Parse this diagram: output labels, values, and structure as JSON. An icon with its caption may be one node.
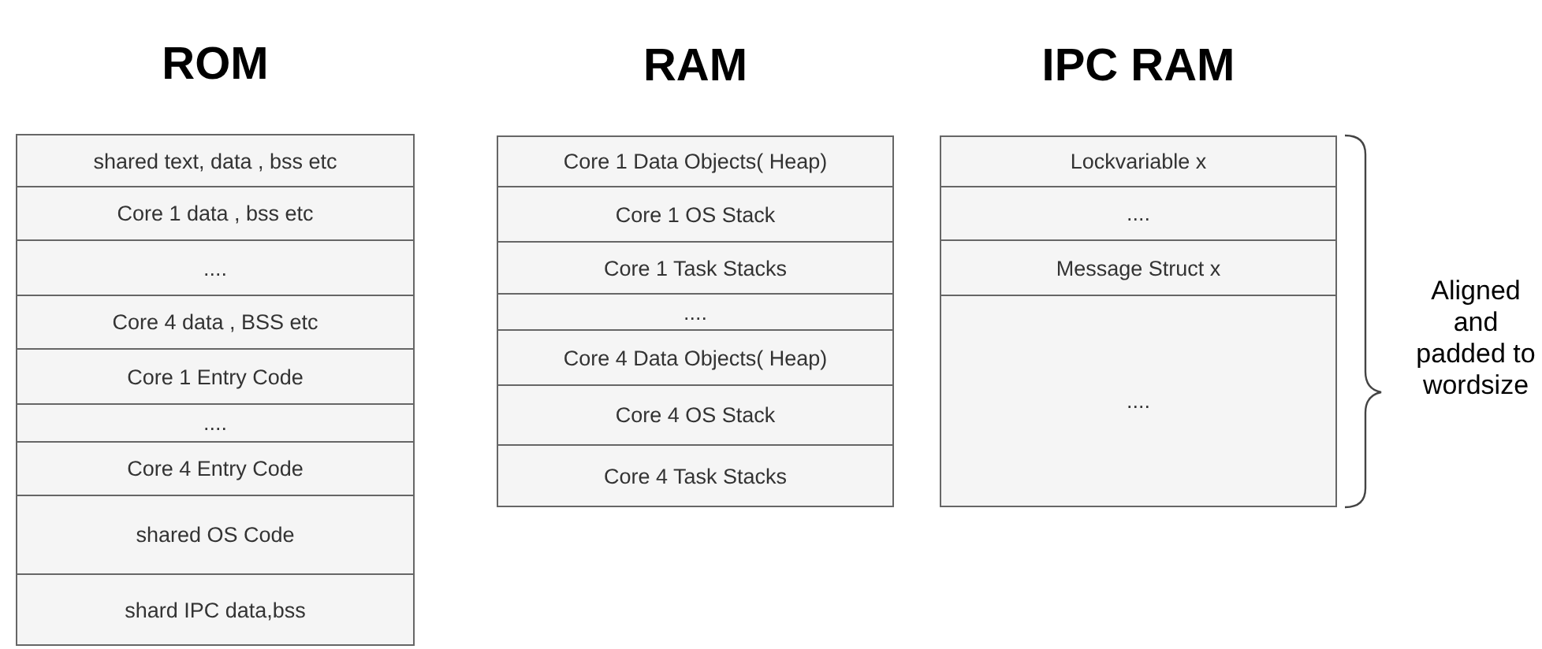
{
  "diagram": {
    "nodes": [
      {
        "text": [
          "ROM"
        ]
      },
      {
        "text": [
          "shared text, data , bss etc"
        ],
        "in": 0
      },
      {
        "text": [
          "Core 1  data , bss etc"
        ],
        "in": 0
      },
      {
        "text": [
          "...."
        ],
        "in": 0
      },
      {
        "text": [
          "Core 4  data , BSS etc"
        ],
        "in": 0
      },
      {
        "text": [
          "Core  1 Entry Code"
        ],
        "in": 0
      },
      {
        "text": [
          "...."
        ],
        "in": 0
      },
      {
        "text": [
          "Core  4 Entry Code"
        ],
        "in": 0
      },
      {
        "text": [
          "shared OS Code"
        ],
        "in": 0
      },
      {
        "text": [
          "shard IPC data,bss"
        ],
        "in": 0
      },
      {
        "text": [
          "RAM"
        ]
      },
      {
        "text": [
          "Core 1 Data Objects( Heap)"
        ],
        "in": 10
      },
      {
        "text": [
          "Core 1 OS Stack"
        ],
        "in": 10
      },
      {
        "text": [
          "Core 1 Task Stacks"
        ],
        "in": 10
      },
      {
        "text": [
          "...."
        ],
        "in": 10
      },
      {
        "text": [
          "Core 4 Data Objects( Heap)"
        ],
        "in": 10
      },
      {
        "text": [
          "Core 4 OS Stack"
        ],
        "in": 10
      },
      {
        "text": [
          "Core 4 Task Stacks"
        ],
        "in": 10
      },
      {
        "text": [
          "IPC RAM"
        ]
      },
      {
        "text": [
          "Lockvariable x"
        ],
        "in": 18
      },
      {
        "text": [
          "...."
        ],
        "in": 18
      },
      {
        "text": [
          "Message Struct x"
        ],
        "in": 18
      },
      {
        "text": [
          "...."
        ],
        "in": 18
      }
    ],
    "labels": [
      "Aligned and padded to wordsize"
    ]
  }
}
